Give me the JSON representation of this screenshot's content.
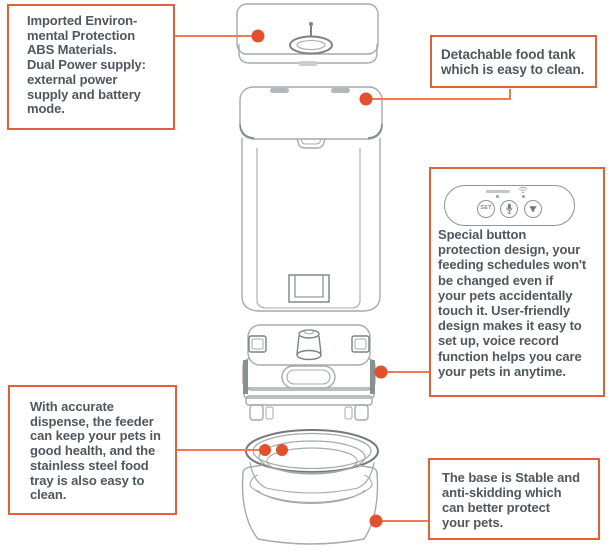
{
  "colors": {
    "accent_border": "#E0603C",
    "connector_line": "#EC7C52",
    "connector_dot": "#E2512B",
    "text": "#4F575F",
    "drawing_line": "#A6AAAD",
    "drawing_line_dark": "#7C8184"
  },
  "callouts": {
    "materials": {
      "lines": [
        "Imported Environ-",
        "mental Protection",
        "ABS Materials.",
        "Dual Power supply:",
        "external power",
        "supply and battery",
        "mode."
      ]
    },
    "food_tank": {
      "lines": [
        "Detachable food tank",
        "which is easy to clean."
      ]
    },
    "buttons": {
      "lines": [
        "Special button",
        "protection design, your",
        "feeding schedules won't",
        "be changed even if",
        "your pets accidentally",
        "touch it. User-friendly",
        "design makes it easy to",
        "set up, voice record",
        "function helps you care",
        "your pets in anytime."
      ]
    },
    "tray": {
      "lines": [
        "With accurate",
        "dispense, the feeder",
        "can keep your pets in",
        "good health, and the",
        "stainless steel food",
        "tray is also easy to",
        "clean."
      ]
    },
    "base": {
      "lines": [
        "The base is Stable and",
        "anti-skidding which",
        "can better protect",
        "your pets."
      ]
    }
  },
  "control_panel": {
    "set_button_label": "SET",
    "icons": [
      "set-button",
      "microphone-icon",
      "speaker-icon",
      "wifi-icon",
      "status-indicator-dots"
    ]
  },
  "diagram_parts": [
    "lid",
    "food-tank-top",
    "food-tank-body",
    "dispenser-unit",
    "food-tray",
    "base"
  ]
}
